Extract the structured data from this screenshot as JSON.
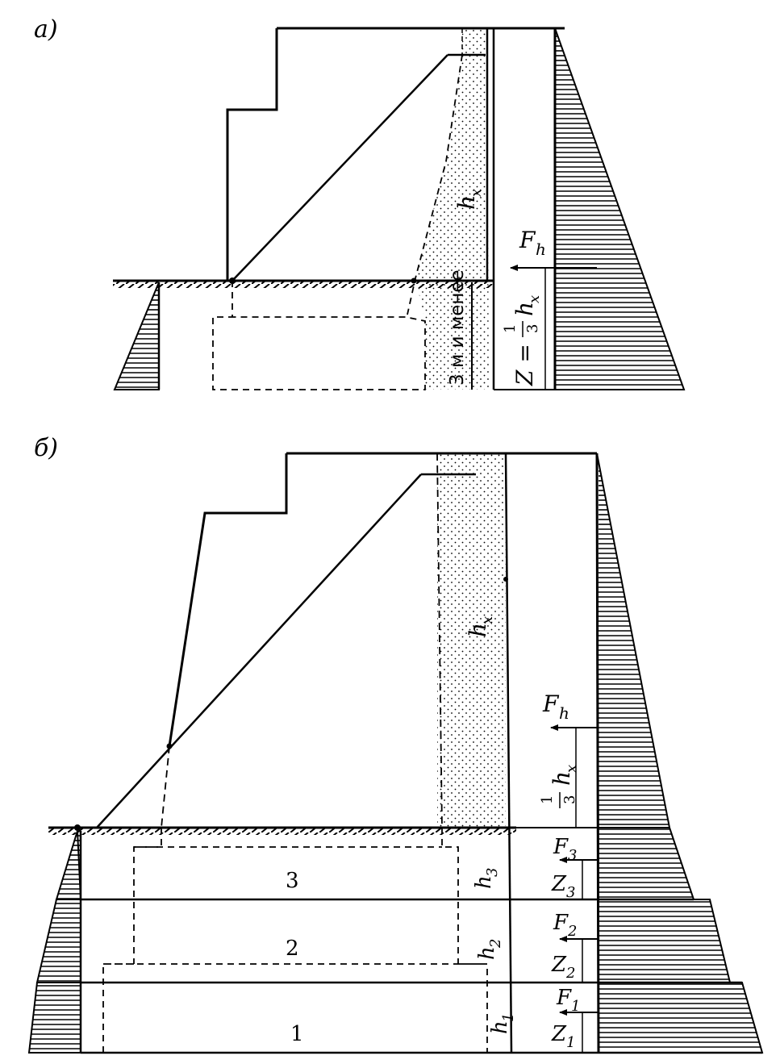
{
  "diagram_a": {
    "panel_label": "а)",
    "note_min": "3 м и менее",
    "force": "F",
    "force_sub": "h",
    "height": "h",
    "height_sub": "x",
    "lever_prefix": "Z = ",
    "frac_num": "1",
    "frac_den": "3"
  },
  "diagram_b": {
    "panel_label": "б)",
    "height": "h",
    "height_sub": "x",
    "force": "F",
    "force_sub": "h",
    "frac_num": "1",
    "frac_den": "3",
    "layers": [
      {
        "number": "3",
        "h": "h",
        "h_sub": "3",
        "F": "F",
        "F_sub": "3",
        "Z": "Z",
        "Z_sub": "3"
      },
      {
        "number": "2",
        "h": "h",
        "h_sub": "2",
        "F": "F",
        "F_sub": "2",
        "Z": "Z",
        "Z_sub": "2"
      },
      {
        "number": "1",
        "h": "h",
        "h_sub": "1",
        "F": "F",
        "F_sub": "1",
        "Z": "Z",
        "Z_sub": "1"
      }
    ]
  }
}
